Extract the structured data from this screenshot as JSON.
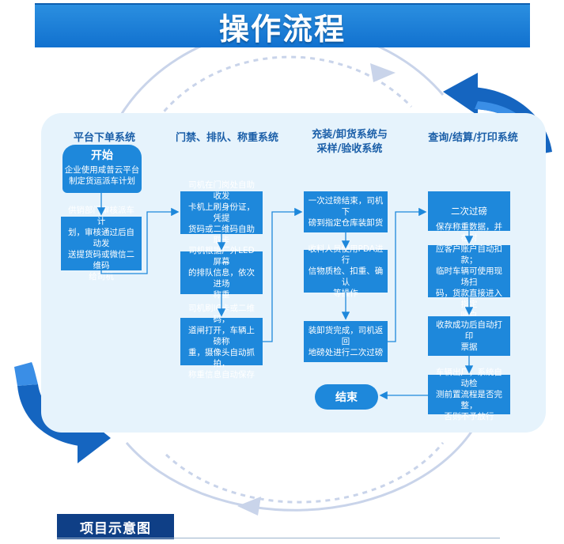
{
  "title": "操作流程",
  "columns": [
    {
      "heading": "平台下单系统"
    },
    {
      "heading": "门禁、排队、称重系统"
    },
    {
      "heading": "充装/卸货系统与\n采样/验收系统"
    },
    {
      "heading": "查询/结算/打印系统"
    }
  ],
  "start": {
    "label": "开始",
    "desc": "企业使用咸普云平台\n制定货运派车计划"
  },
  "col1": {
    "step2": "供销部门审核派车计\n划，审核通过后自动发\n送提货码或微信二维码\n给司机"
  },
  "col2": {
    "step1": "司机在门岗处自助收发\n卡机上刷身份证，凭提\n货码或二维码自助取卡",
    "step2": "司机根据厂外LED屏幕\n的排队信息，依次进场\n称重",
    "step3": "司机刷IC卡或二维码，\n道闸打开，车辆上磅称\n重，摄像头自动抓拍，\n称重信息自动保存"
  },
  "col3": {
    "step1": "一次过磅结束，司机下\n磅到指定仓库装卸货",
    "step2": "收料人员使用PDA进行\n信物质检、扣重、确认\n等操作",
    "step3": "装卸货完成，司机返回\n地磅处进行二次过磅"
  },
  "col4": {
    "step1": "二次过磅",
    "step2": "保存称重数据，并在对\n应客户账户自动扣款；\n临时车辆可使用现场扫\n码，货款直接进入指定\n账户",
    "step3": "收款成功后自动打印\n票据",
    "step4": "车辆出厂，系统自动检\n测前置流程是否完整，\n否则不予放行"
  },
  "end": {
    "label": "结束"
  },
  "section_title": "项目示意图",
  "colors": {
    "title_bar": "#1171cf",
    "box": "#1e88db",
    "panel": "#e6f3fc",
    "heading": "#1a5ea8",
    "section_bar": "#0f3f86",
    "arrow": "#1e88db"
  }
}
